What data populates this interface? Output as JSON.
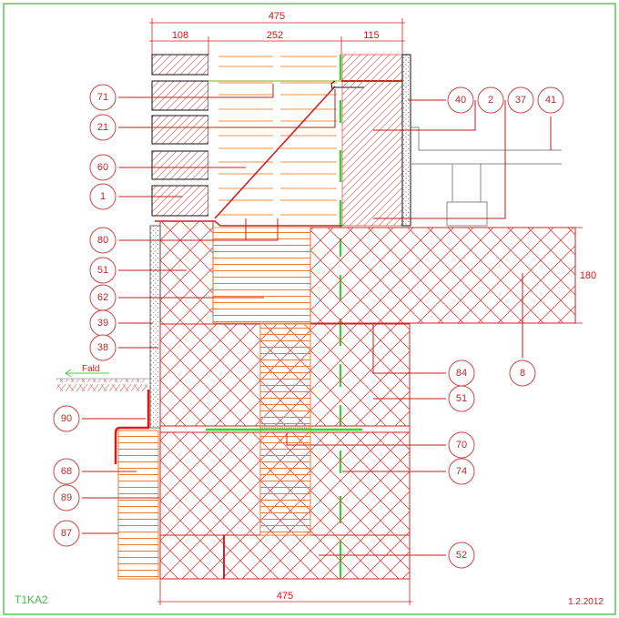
{
  "drawing": {
    "code": "T1KA2",
    "date": "1.2.2012",
    "ground_label": "Fald",
    "dimensions": {
      "top_total": "475",
      "outer_leaf": "108",
      "insulation": "252",
      "inner_leaf": "115",
      "slab": "180",
      "bottom_total": "475"
    },
    "callouts_left": [
      "71",
      "21",
      "60",
      "1",
      "80",
      "51",
      "62",
      "39",
      "38",
      "90",
      "68",
      "89",
      "87"
    ],
    "callouts_right_top": [
      "40",
      "2",
      "37",
      "41"
    ],
    "callouts_right": [
      "84",
      "8",
      "51",
      "70",
      "74",
      "52"
    ]
  },
  "colors": {
    "frame": "#55cc55",
    "line": "#d42020",
    "insulation": "#f08a3c",
    "membrane": "#22dd22"
  }
}
